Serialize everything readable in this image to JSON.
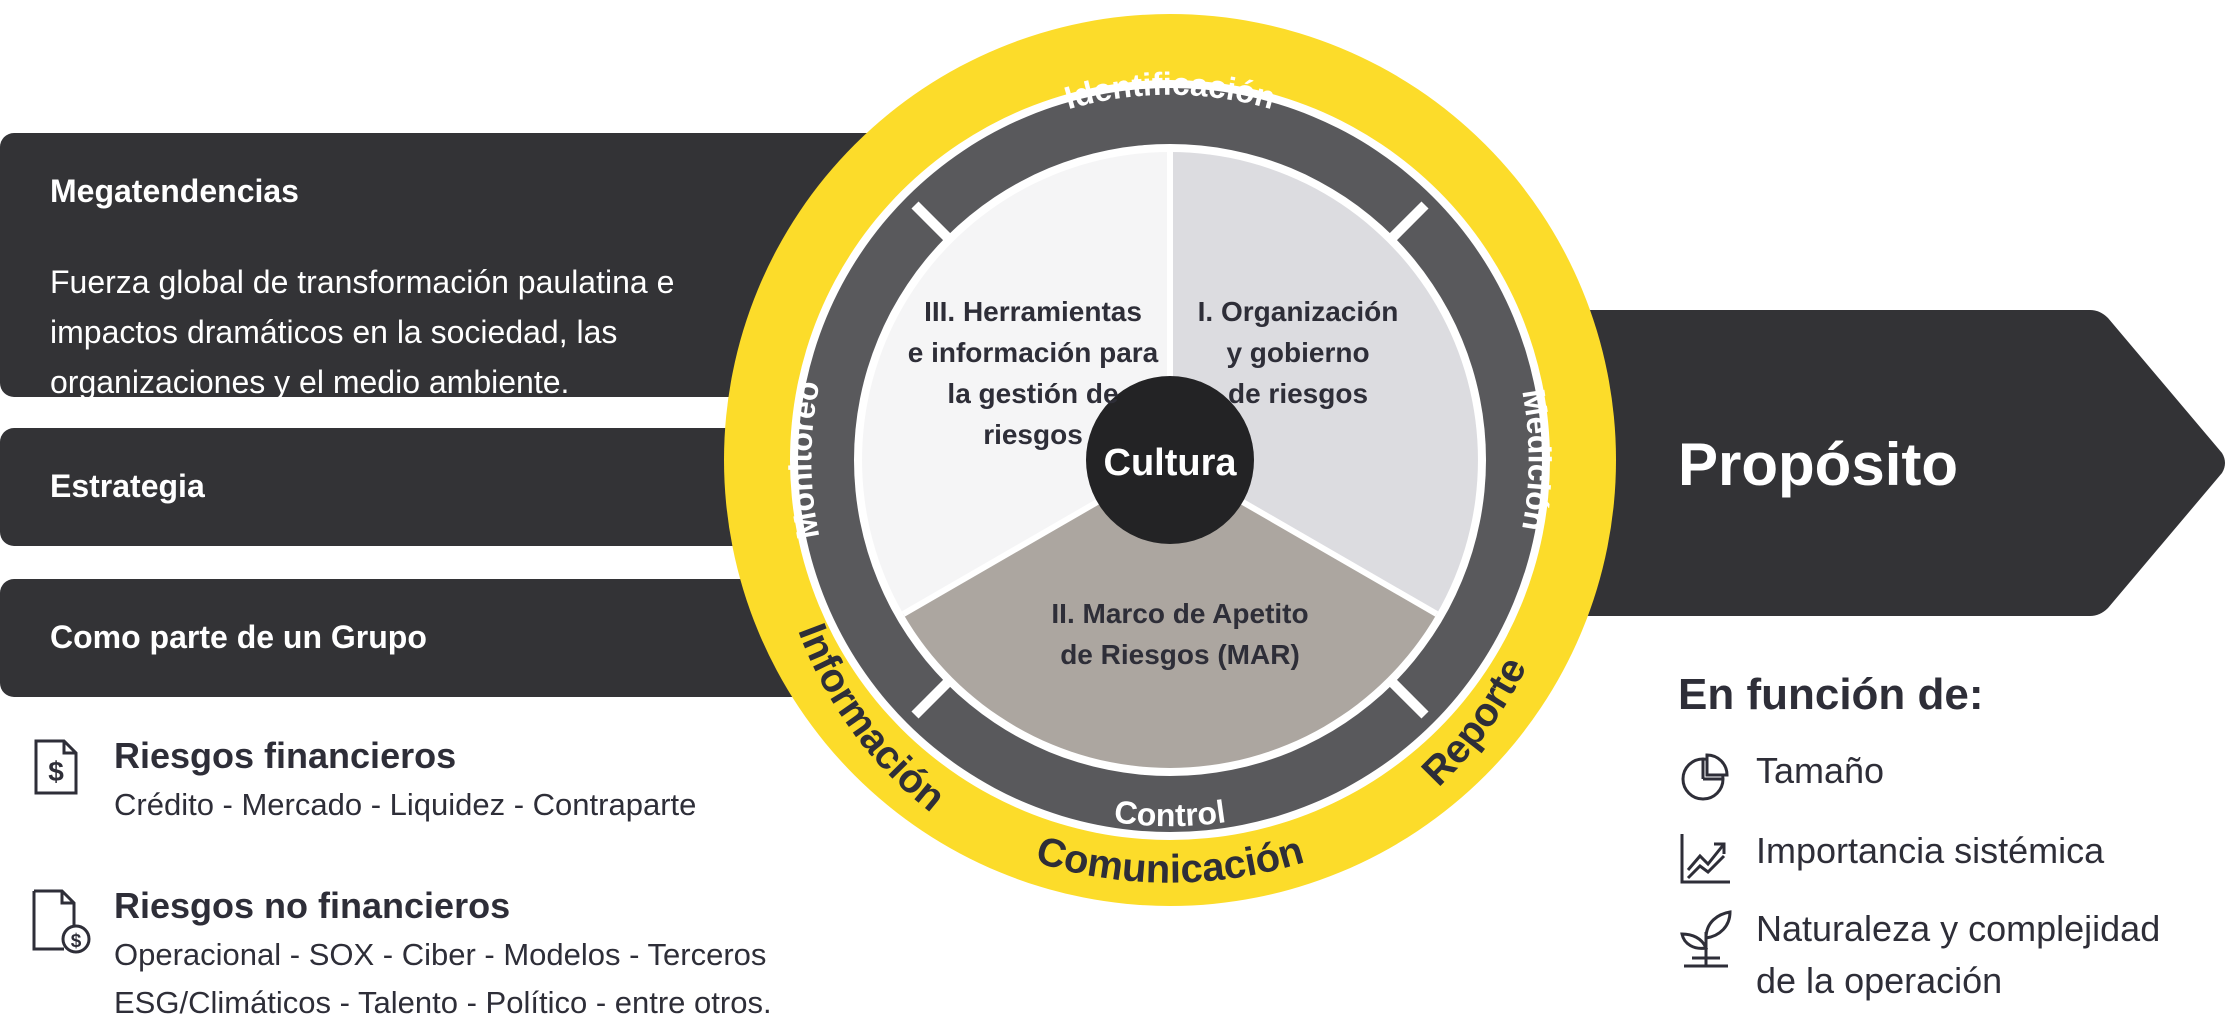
{
  "colors": {
    "dark_bar": "#333336",
    "ring_yellow": "#fcdc2a",
    "ring_gray": "#59595c",
    "sector_light": "#f5f5f6",
    "sector_mid": "#dcdce0",
    "sector_taupe": "#aca6a0",
    "center": "#232325",
    "text": "#2e2e38"
  },
  "left_bars": {
    "megatendencias": {
      "title": "Megatendencias",
      "desc_lines": [
        "Fuerza global de transformación paulatina e",
        "impactos dramáticos en la sociedad, las",
        "organizaciones y el medio ambiente."
      ]
    },
    "estrategia": {
      "title": "Estrategia"
    },
    "grupo": {
      "title": "Como parte de un Grupo"
    }
  },
  "wheel": {
    "center_label": "Cultura",
    "sectors": {
      "one": [
        "I. Organización",
        "y gobierno",
        "de riesgos"
      ],
      "two": [
        "II. Marco de Apetito",
        "de Riesgos (MAR)"
      ],
      "three": [
        "III. Herramientas",
        "e información para",
        "la gestión de",
        "riesgos"
      ]
    },
    "gray_ring": {
      "top": "Identificación",
      "right": "Medición",
      "bottom": "Control",
      "left": "Monitoreo"
    },
    "yellow_ring": {
      "left": "Información",
      "bottom": "Comunicación",
      "right": "Reporte"
    }
  },
  "arrow": {
    "label": "Propósito"
  },
  "risks": {
    "financial": {
      "icon": "dollar-document-icon",
      "title": "Riesgos financieros",
      "lines": [
        "Crédito - Mercado - Liquidez - Contraparte"
      ]
    },
    "non_financial": {
      "icon": "document-coin-icon",
      "title": "Riesgos no financieros",
      "lines": [
        "Operacional - SOX - Ciber - Modelos - Terceros",
        "ESG/Climáticos - Talento - Político - entre otros."
      ]
    }
  },
  "funcion": {
    "title": "En función de:",
    "items": [
      {
        "icon": "pie-chart-icon",
        "label": "Tamaño"
      },
      {
        "icon": "trend-chart-icon",
        "label": "Importancia sistémica"
      },
      {
        "icon": "plant-icon",
        "lines": [
          "Naturaleza y complejidad",
          "de la operación"
        ]
      }
    ]
  }
}
